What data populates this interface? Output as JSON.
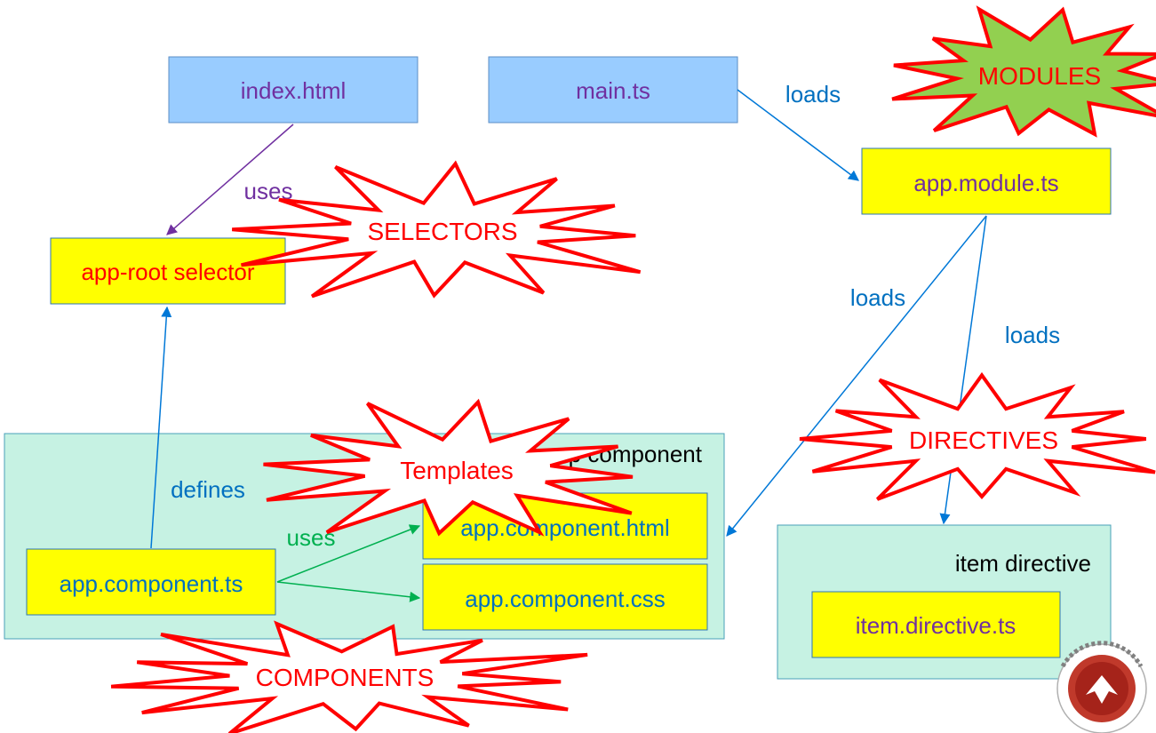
{
  "colors": {
    "file_blue_fill": "#99ccff",
    "file_blue_stroke": "#5b8ec4",
    "file_yellow_fill": "#ffff00",
    "file_yellow_stroke": "#2e75b6",
    "group_fill": "#c6f2e3",
    "group_stroke": "#4aa0b8",
    "purple_text": "#7030a0",
    "blue_text": "#0070c0",
    "red_text": "#ff0000",
    "green_text": "#00b050",
    "arrow_blue": "#0078d7",
    "arrow_purple": "#7030a0",
    "arrow_green": "#00b050",
    "burst_stroke": "#ff0000",
    "burst_fill_white": "#ffffff",
    "burst_fill_green": "#92d050"
  },
  "files": {
    "index_html": "index.html",
    "main_ts": "main.ts",
    "app_module_ts": "app.module.ts",
    "app_root_selector": "app-root selector",
    "app_component_ts": "app.component.ts",
    "app_component_html": "app.component.html",
    "app_component_css": "app.component.css",
    "item_directive_ts": "item.directive.ts"
  },
  "groups": {
    "component_label": "app component",
    "directive_label": "item directive"
  },
  "edge_labels": {
    "index_uses": "uses",
    "main_loads": "loads",
    "module_loads_component": "loads",
    "module_loads_directive": "loads",
    "component_defines": "defines",
    "component_uses": "uses"
  },
  "bursts": {
    "modules": "MODULES",
    "selectors": "SELECTORS",
    "templates": "Templates",
    "directives": "DIRECTIVES",
    "components": "COMPONENTS"
  },
  "logo_icon": "university-seal-icon"
}
